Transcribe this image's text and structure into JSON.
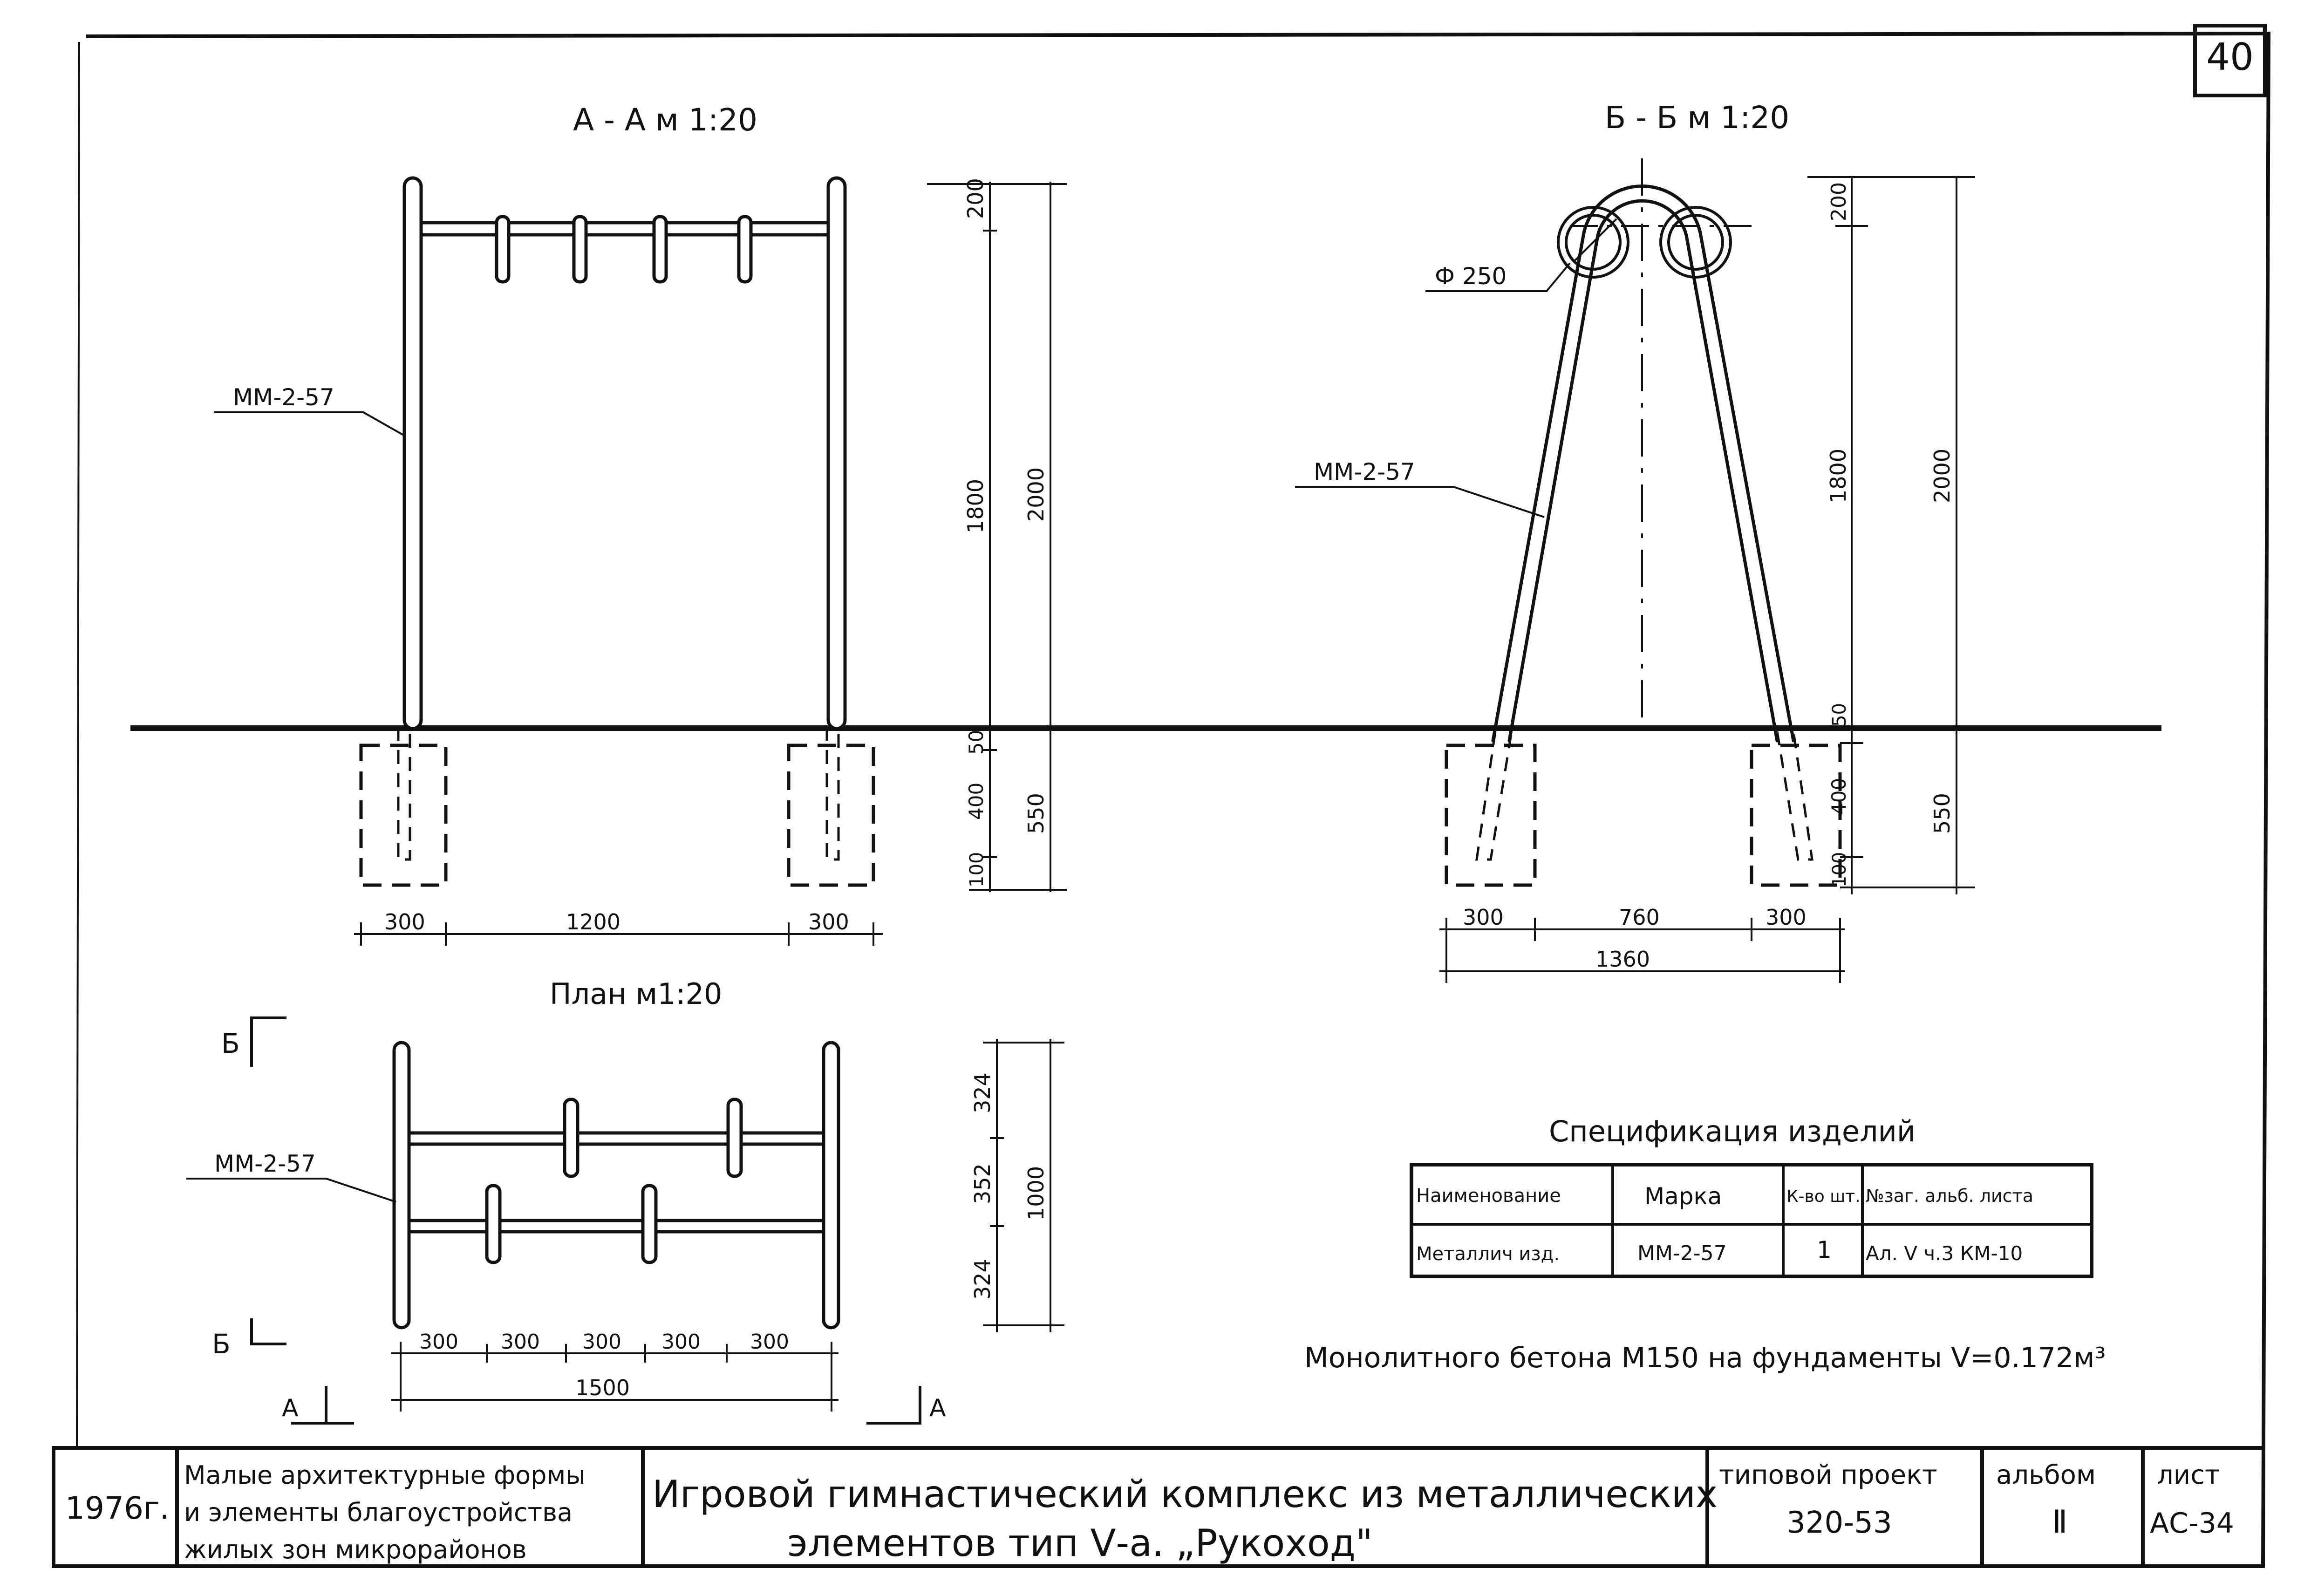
{
  "sheet_number": "40",
  "views": {
    "section_aa": {
      "title": "А - А  м 1:20",
      "callout": "ММ-2-57",
      "dims_vertical": [
        "200",
        "1800",
        "2000",
        "50",
        "400",
        "550",
        "100"
      ],
      "dims_horizontal": [
        "300",
        "1200",
        "300"
      ]
    },
    "section_bb": {
      "title": "Б - Б  м 1:20",
      "ring_label": "Ф 250",
      "callout": "ММ-2-57",
      "dims_vertical": [
        "200",
        "1800",
        "2000",
        "50",
        "400",
        "550",
        "100"
      ],
      "dims_horizontal": [
        "300",
        "760",
        "300",
        "1360"
      ]
    },
    "plan": {
      "title": "План  м1:20",
      "callout": "ММ-2-57",
      "section_marks": [
        "Б",
        "Б",
        "А",
        "А"
      ],
      "dims_vertical": [
        "324",
        "352",
        "324",
        "1000"
      ],
      "dims_horizontal": [
        "300",
        "300",
        "300",
        "300",
        "300",
        "1500"
      ]
    }
  },
  "specification": {
    "title": "Спецификация изделий",
    "headers": [
      "Наименование",
      "Марка",
      "К-во шт.",
      "№заг. альб. листа"
    ],
    "rows": [
      [
        "Металлич изд.",
        "ММ-2-57",
        "1",
        "Ал. Ⅴ ч.3 КМ-10"
      ]
    ]
  },
  "concrete_note": "Монолитного бетона М150 на фундаменты V=0.172м³",
  "title_block": {
    "year": "1976г.",
    "category_lines": [
      "Малые архитектурные формы",
      "и элементы благоустройства",
      "жилых зон микрорайонов"
    ],
    "name_lines": [
      "Игровой гимнастический комплекс из металлических",
      "элементов тип Ⅴ-а. „Рукоход\""
    ],
    "project_label": "типовой проект",
    "project_value": "320-53",
    "album_label": "альбом",
    "album_value": "Ⅱ",
    "sheet_label": "лист",
    "sheet_value": "АС-34"
  }
}
